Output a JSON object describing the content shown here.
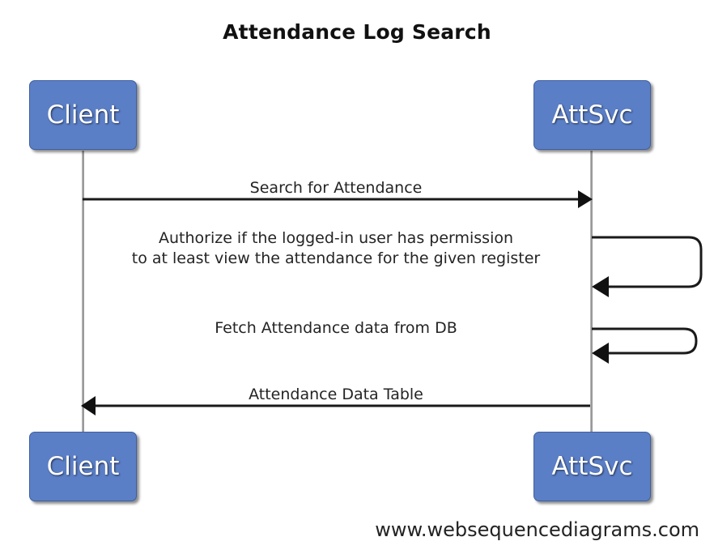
{
  "diagram": {
    "title": "Attendance Log Search",
    "type": "sequence-diagram",
    "footer_url": "www.websequencediagrams.com",
    "colors": {
      "participant_fill": "#5b7fc7",
      "participant_border": "#3f5f9e",
      "participant_text": "#ffffff",
      "lifeline": "#9a9a9a",
      "arrow": "#1a1a1a",
      "text": "#242424",
      "background": "#ffffff"
    },
    "participants": [
      {
        "id": "client",
        "name": "Client"
      },
      {
        "id": "attsvc",
        "name": "AttSvc"
      }
    ],
    "participants_bottom": [
      {
        "id": "client-bottom",
        "name": "Client"
      },
      {
        "id": "attsvc-bottom",
        "name": "AttSvc"
      }
    ],
    "messages": [
      {
        "index": 1,
        "label": "Search for Attendance",
        "from": "client",
        "to": "attsvc",
        "direction": "right",
        "kind": "call"
      },
      {
        "index": 2,
        "label": "Authorize if the logged-in user has permission\nto at least view the attendance for the given register",
        "label_line_1": "Authorize if the logged-in user has permission",
        "label_line_2": "to at least view the attendance for the given register",
        "from": "attsvc",
        "to": "attsvc",
        "direction": "self",
        "kind": "self-call"
      },
      {
        "index": 3,
        "label": "Fetch Attendance data from DB",
        "from": "attsvc",
        "to": "attsvc",
        "direction": "self",
        "kind": "self-call"
      },
      {
        "index": 4,
        "label": "Attendance Data Table",
        "from": "attsvc",
        "to": "client",
        "direction": "left",
        "kind": "return"
      }
    ]
  }
}
